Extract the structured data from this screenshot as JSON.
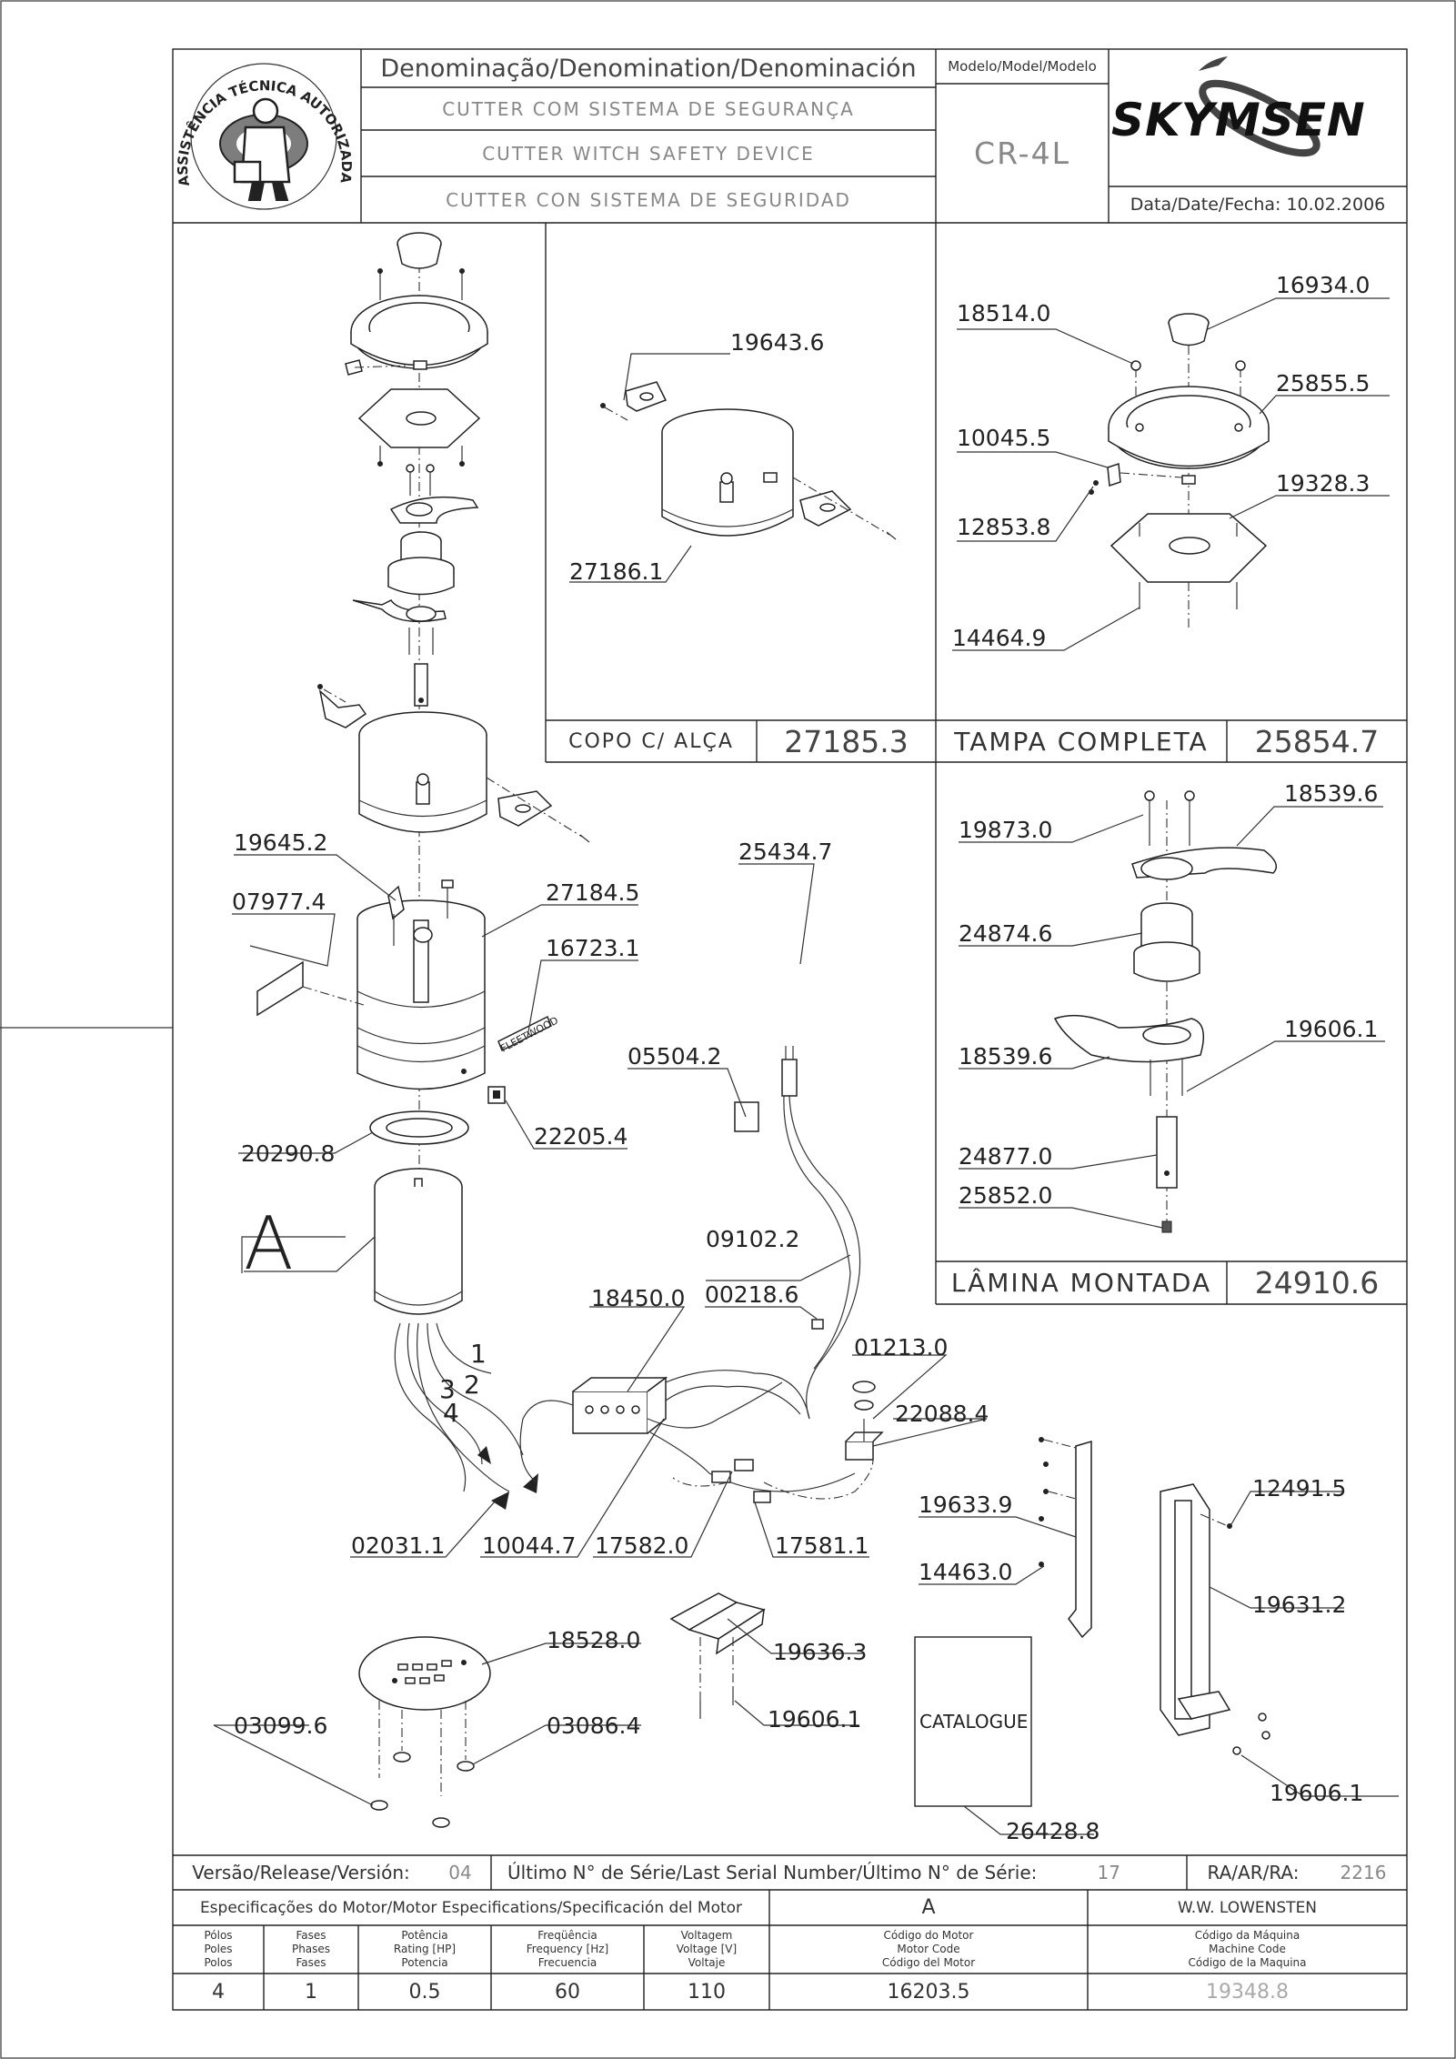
{
  "title_block": {
    "denomination_header": "Denominação/Denomination/Denominación",
    "names": [
      "CUTTER COM SISTEMA DE SEGURANÇA",
      "CUTTER WITCH SAFETY DEVICE",
      "CUTTER CON SISTEMA DE SEGURIDAD"
    ],
    "model_header": "Modelo/Model/Modelo",
    "model": "CR-4L",
    "date_label": "Data/Date/Fecha:",
    "date": "10.02.2006",
    "brand": "SKYMSEN",
    "seal_text": "ASSISTÊNCIA TÉCNICA AUTORIZADA"
  },
  "subassemblies": [
    {
      "name": "COPO C/ ALÇA",
      "code": "27185.3"
    },
    {
      "name": "TAMPA COMPLETA",
      "code": "25854.7"
    },
    {
      "name": "LÂMINA MONTADA",
      "code": "24910.6"
    }
  ],
  "part_labels": {
    "p19643_6": "19643.6",
    "p27186_1": "27186.1",
    "p18514_0": "18514.0",
    "p16934_0": "16934.0",
    "p25855_5": "25855.5",
    "p10045_5": "10045.5",
    "p12853_8": "12853.8",
    "p19328_3": "19328.3",
    "p14464_9": "14464.9",
    "p18539_6a": "18539.6",
    "p19873_0": "19873.0",
    "p24874_6": "24874.6",
    "p18539_6b": "18539.6",
    "p19606_1a": "19606.1",
    "p24877_0": "24877.0",
    "p25852_0": "25852.0",
    "p19645_2": "19645.2",
    "p07977_4": "07977.4",
    "p27184_5": "27184.5",
    "p16723_1": "16723.1",
    "p25434_7": "25434.7",
    "p22205_4": "22205.4",
    "p20290_8": "20290.8",
    "p05504_2": "05504.2",
    "p09102_2": "09102.2",
    "p18450_0": "18450.0",
    "p00218_6": "00218.6",
    "p01213_0": "01213.0",
    "p22088_4": "22088.4",
    "p02031_1": "02031.1",
    "p10044_7": "10044.7",
    "p17582_0": "17582.0",
    "p17581_1": "17581.1",
    "p19633_9": "19633.9",
    "p14463_0": "14463.0",
    "p12491_5": "12491.5",
    "p19631_2": "19631.2",
    "p18528_0": "18528.0",
    "p19636_3": "19636.3",
    "p03099_6": "03099.6",
    "p03086_4": "03086.4",
    "p19606_1b": "19606.1",
    "p19606_1c": "19606.1",
    "p26428_8": "26428.8",
    "motor_A": "A",
    "wire_1": "1",
    "wire_2": "2",
    "wire_3": "3",
    "wire_4": "4",
    "fleetwood": "FLEETWOOD"
  },
  "catalogue_label": "CATALOGUE",
  "footer": {
    "version_label": "Versão/Release/Versión:",
    "version": "04",
    "serial_label": "Último N° de Série/Last Serial Number/Último N° de Série:",
    "serial": "17",
    "ra_label": "RA/AR/RA:",
    "ra": "2216",
    "motor_spec_label": "Especificações do Motor/Motor Especifications/Specificación del Motor",
    "motor_letter": "A",
    "maker": "W.W. LOWENSTEN",
    "headers": {
      "poles": [
        "Pólos",
        "Poles",
        "Polos"
      ],
      "phases": [
        "Fases",
        "Phases",
        "Fases"
      ],
      "rating": [
        "Potência",
        "Rating [HP]",
        "Potencia"
      ],
      "frequency": [
        "Freqüência",
        "Frequency [Hz]",
        "Frecuencia"
      ],
      "voltage": [
        "Voltagem",
        "Voltage [V]",
        "Voltaje"
      ],
      "motor_code": [
        "Código do Motor",
        "Motor Code",
        "Código del Motor"
      ],
      "machine_code": [
        "Código da Máquina",
        "Machine Code",
        "Código de la Maquina"
      ]
    },
    "values": {
      "poles": "4",
      "phases": "1",
      "rating": "0.5",
      "frequency": "60",
      "voltage": "110",
      "motor_code": "16203.5",
      "machine_code": "19348.8"
    }
  }
}
